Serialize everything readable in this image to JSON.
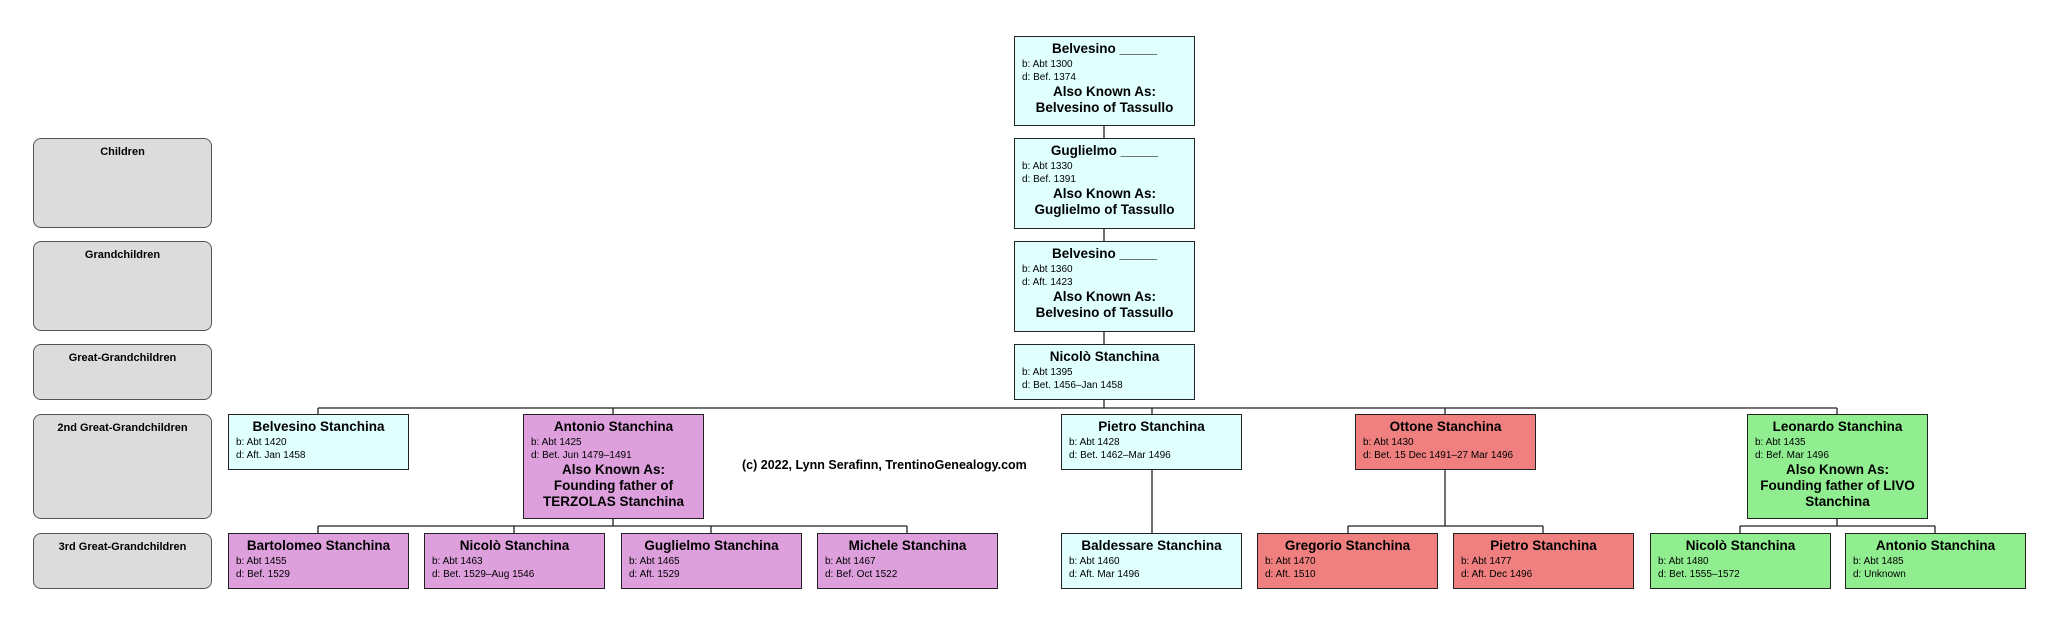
{
  "generation_labels": [
    "Children",
    "Grandchildren",
    "Great-Grandchildren",
    "2nd Great-Grandchildren",
    "3rd Great-Grandchildren"
  ],
  "copyright": "(c) 2022, Lynn Serafinn, TrentinoGenealogy.com",
  "colors": {
    "cyan": "#e0ffff",
    "violet": "#dda0dd",
    "red": "#f08080",
    "green": "#90ee90",
    "label_gray": "#dcdcdc"
  },
  "persons": {
    "belvesino_1300": {
      "name": "Belvesino _____",
      "born": "b: Abt 1300",
      "died": "d: Bef. 1374",
      "aka_label": "Also Known As:",
      "aka": "Belvesino of Tassullo"
    },
    "guglielmo_1330": {
      "name": "Guglielmo _____",
      "born": "b: Abt 1330",
      "died": "d: Bef. 1391",
      "aka_label": "Also Known As:",
      "aka": "Guglielmo of Tassullo"
    },
    "belvesino_1360": {
      "name": "Belvesino _____",
      "born": "b: Abt 1360",
      "died": "d: Aft. 1423",
      "aka_label": "Also Known As:",
      "aka": "Belvesino of Tassullo"
    },
    "nicolo_1395": {
      "name": "Nicolò Stanchina",
      "born": "b: Abt 1395",
      "died": "d: Bet. 1456–Jan 1458"
    },
    "belvesino_1420": {
      "name": "Belvesino Stanchina",
      "born": "b: Abt 1420",
      "died": "d: Aft. Jan 1458"
    },
    "antonio_1425": {
      "name": "Antonio Stanchina",
      "born": "b: Abt 1425",
      "died": "d: Bet. Jun 1479–1491",
      "aka_label": "Also Known As:",
      "aka": "Founding father of TERZOLAS Stanchina"
    },
    "pietro_1428": {
      "name": "Pietro Stanchina",
      "born": "b: Abt 1428",
      "died": "d: Bet. 1462–Mar 1496"
    },
    "ottone_1430": {
      "name": "Ottone Stanchina",
      "born": "b: Abt 1430",
      "died": "d: Bet. 15 Dec 1491–27 Mar 1496"
    },
    "leonardo_1435": {
      "name": "Leonardo Stanchina",
      "born": "b: Abt 1435",
      "died": "d: Bef. Mar 1496",
      "aka_label": "Also Known As:",
      "aka": "Founding father of LIVO Stanchina"
    },
    "bartolomeo_1455": {
      "name": "Bartolomeo Stanchina",
      "born": "b: Abt 1455",
      "died": "d: Bef. 1529"
    },
    "nicolo_1463": {
      "name": "Nicolò Stanchina",
      "born": "b: Abt 1463",
      "died": "d: Bet. 1529–Aug 1546"
    },
    "guglielmo_1465": {
      "name": "Guglielmo Stanchina",
      "born": "b: Abt 1465",
      "died": "d: Aft. 1529"
    },
    "michele_1467": {
      "name": "Michele Stanchina",
      "born": "b: Abt 1467",
      "died": "d: Bef. Oct 1522"
    },
    "baldessare_1460": {
      "name": "Baldessare Stanchina",
      "born": "b: Abt 1460",
      "died": "d: Aft. Mar 1496"
    },
    "gregorio_1470": {
      "name": "Gregorio Stanchina",
      "born": "b: Abt 1470",
      "died": "d: Aft. 1510"
    },
    "pietro_1477": {
      "name": "Pietro Stanchina",
      "born": "b: Abt 1477",
      "died": "d: Aft. Dec 1496"
    },
    "nicolo_1480": {
      "name": "Nicolò Stanchina",
      "born": "b: Abt 1480",
      "died": "d: Bet. 1555–1572"
    },
    "antonio_1485": {
      "name": "Antonio Stanchina",
      "born": "b: Abt 1485",
      "died": "d: Unknown"
    }
  }
}
